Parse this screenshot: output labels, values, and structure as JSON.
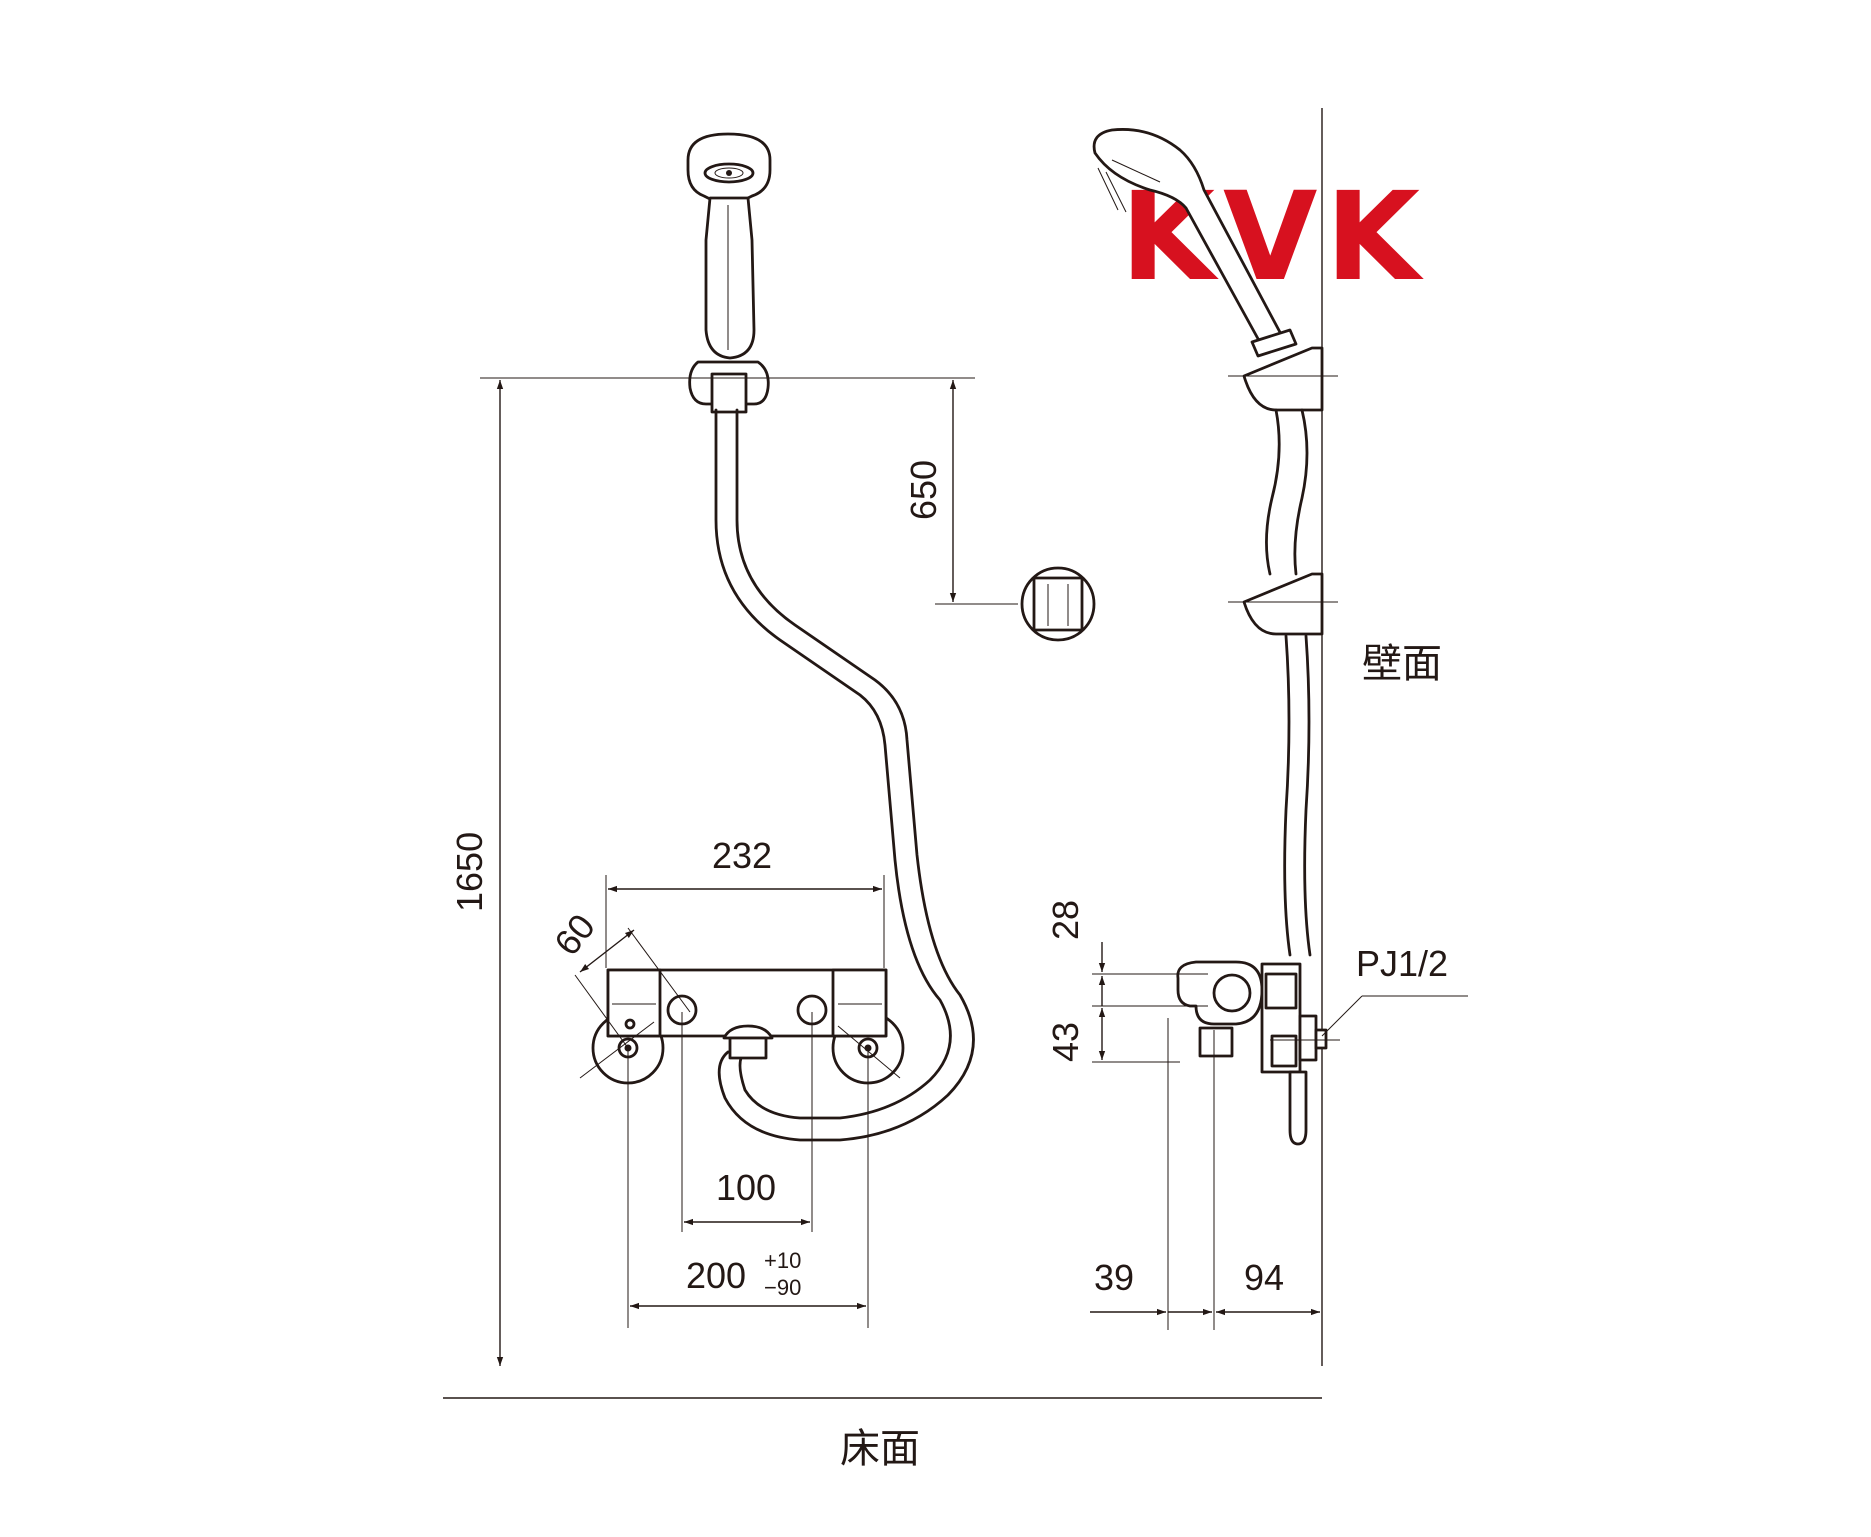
{
  "brand": {
    "name": "KVK",
    "color": "#d7111f",
    "outline": "#d7111f"
  },
  "labels": {
    "wall": "壁面",
    "floor": "床面",
    "connection": "PJ1/2"
  },
  "dimensions": {
    "total_height": "1650",
    "holder_drop": "650",
    "body_width": "232",
    "diagonal": "60",
    "inlet_spacing": "100",
    "pitch": "200",
    "pitch_tol_plus": "+10",
    "pitch_tol_minus": "−90",
    "top_offset": "28",
    "body_height": "43",
    "outlet_offset": "39",
    "wall_projection": "94"
  },
  "colors": {
    "line": "#231815",
    "background": "#ffffff"
  }
}
